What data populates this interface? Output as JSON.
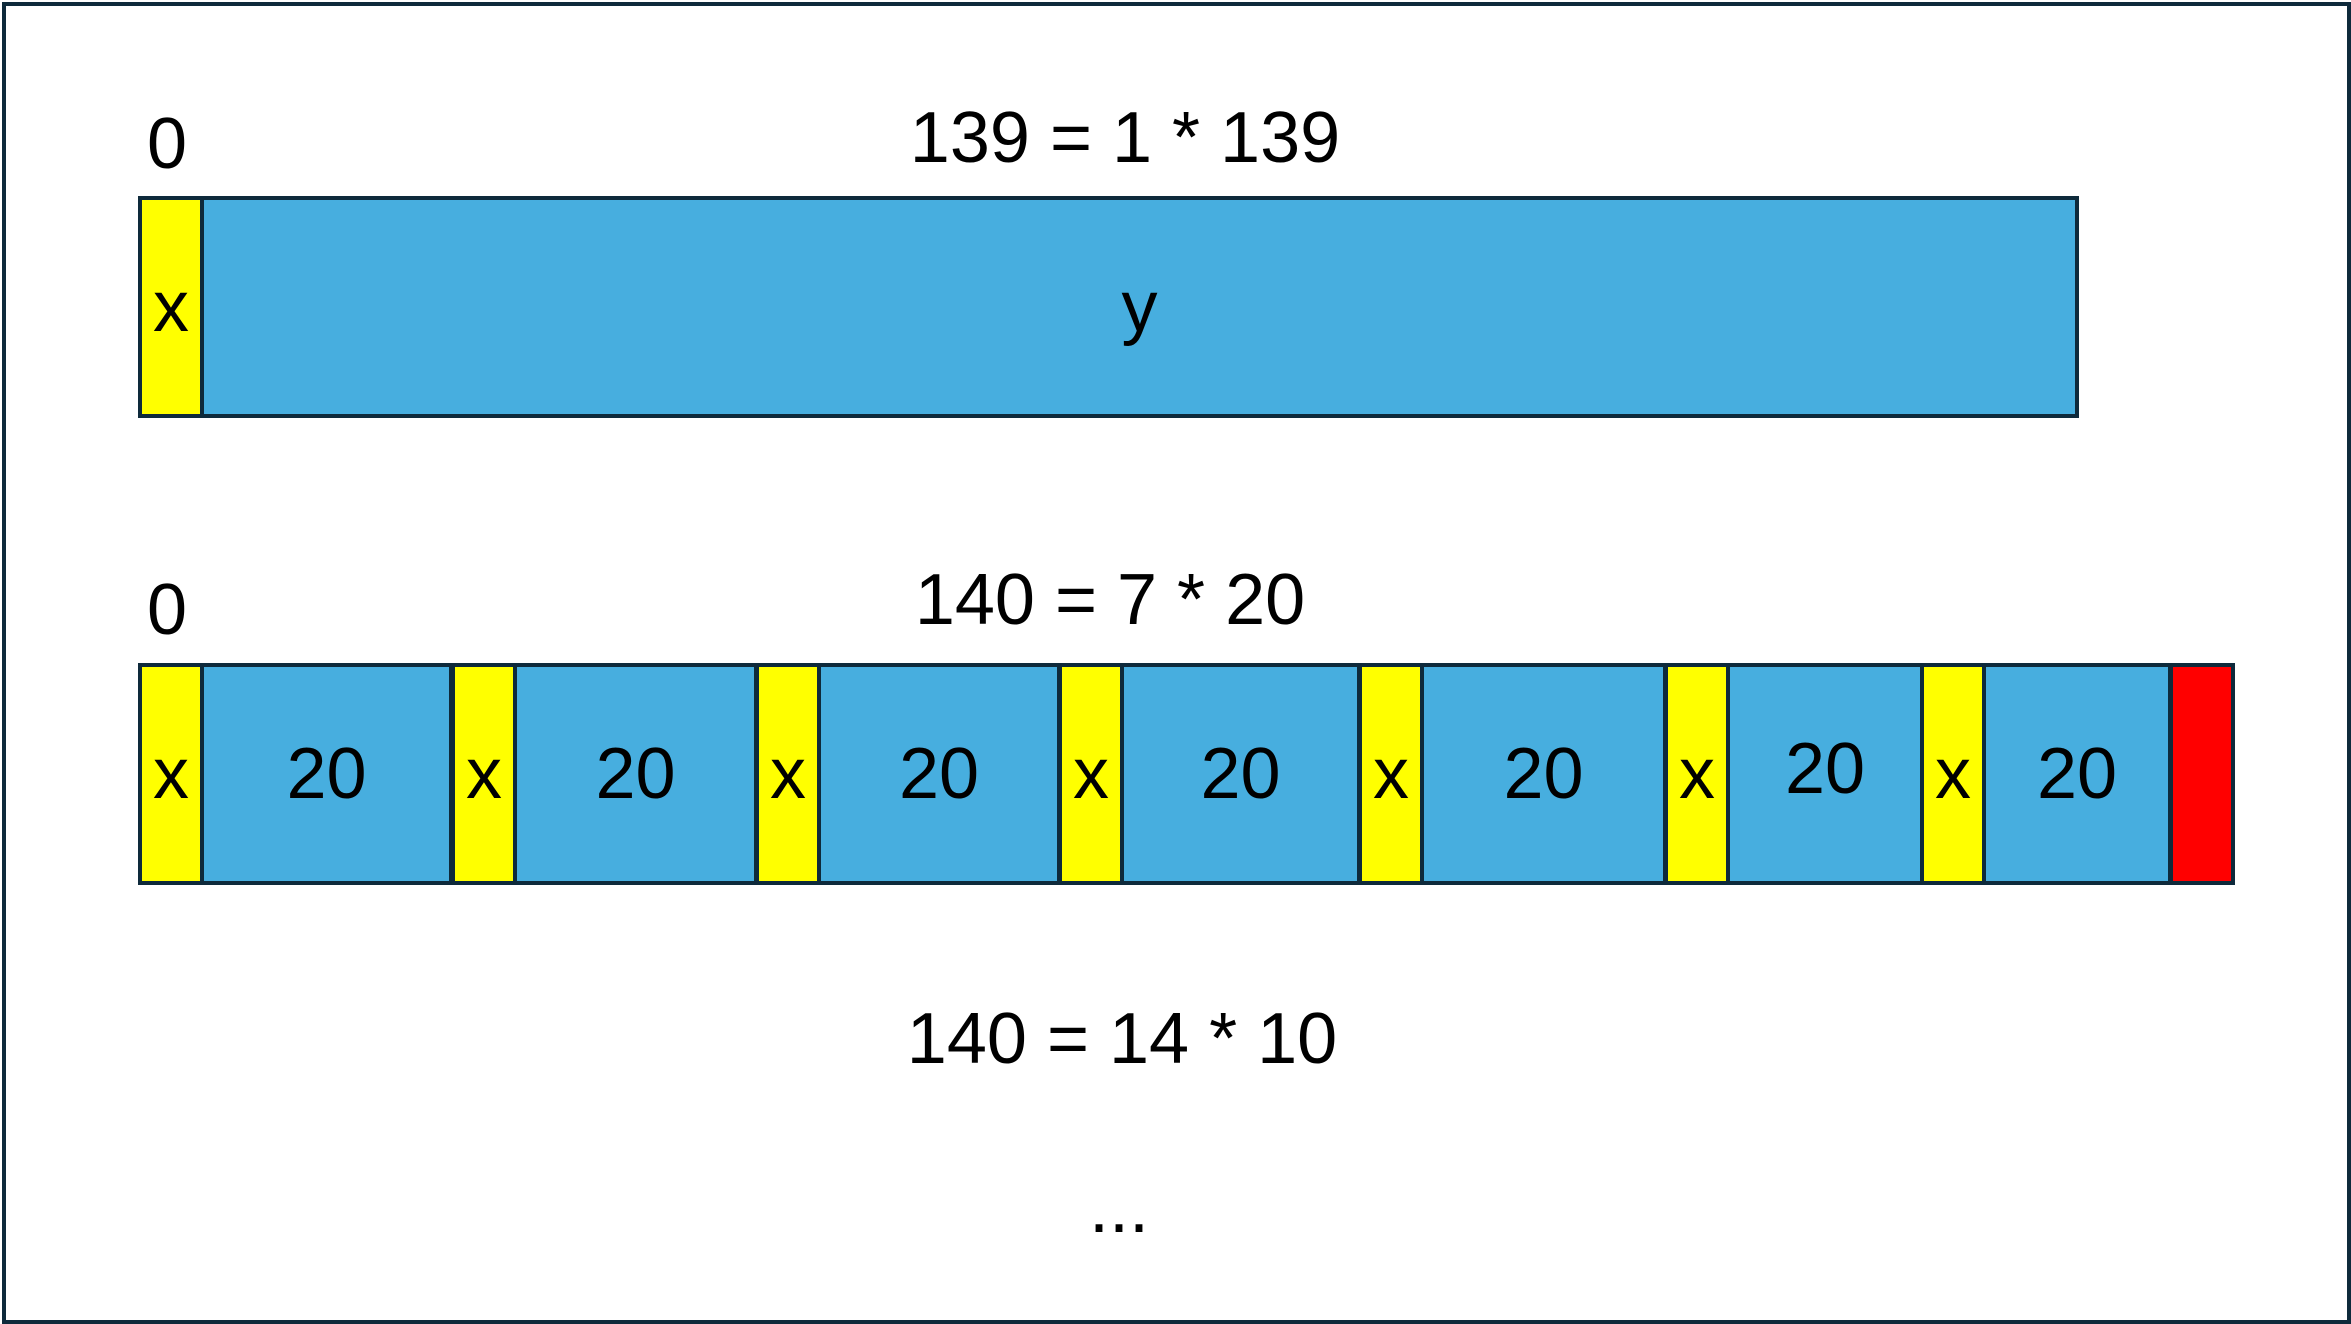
{
  "row1": {
    "origin_label": "0",
    "equation": "139 = 1 * 139",
    "cells": [
      {
        "kind": "x",
        "label": "x"
      },
      {
        "kind": "y",
        "label": "y"
      }
    ]
  },
  "row2": {
    "origin_label": "0",
    "equation": "140 = 7 * 20",
    "cells": [
      {
        "kind": "x",
        "label": "x"
      },
      {
        "kind": "y",
        "label": "20"
      },
      {
        "kind": "x",
        "label": "x"
      },
      {
        "kind": "y",
        "label": "20"
      },
      {
        "kind": "x",
        "label": "x"
      },
      {
        "kind": "y",
        "label": "20"
      },
      {
        "kind": "x",
        "label": "x"
      },
      {
        "kind": "y",
        "label": "20"
      },
      {
        "kind": "x",
        "label": "x"
      },
      {
        "kind": "y",
        "label": "20"
      },
      {
        "kind": "x",
        "label": "x"
      },
      {
        "kind": "y",
        "label": "20"
      },
      {
        "kind": "x",
        "label": "x"
      },
      {
        "kind": "y",
        "label": "20"
      },
      {
        "kind": "red",
        "label": ""
      }
    ]
  },
  "row3": {
    "equation": "140 = 14 * 10"
  },
  "ellipsis": "...",
  "colors": {
    "x_cell": "#ffff00",
    "y_cell": "#47aedf",
    "remainder_cell": "#ff0000",
    "border": "#0e2a3b"
  }
}
